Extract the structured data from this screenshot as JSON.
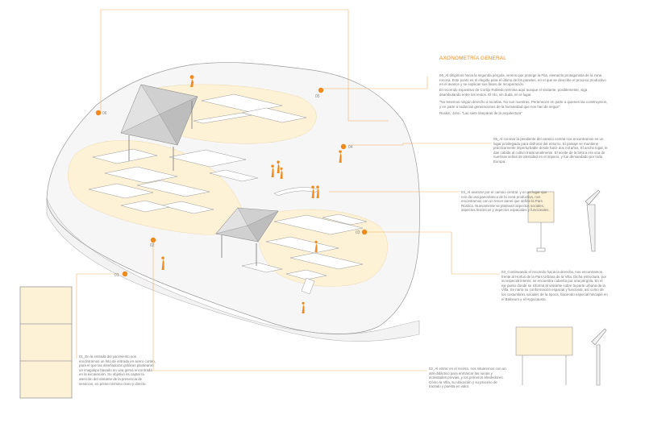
{
  "title": "AXONOMETRÍA GENERAL",
  "colors": {
    "accent": "#f08a1c",
    "fill": "#fdf1d6",
    "line": "#9a9a9a",
    "text": "#777777"
  },
  "markers": [
    {
      "id": "01",
      "label": "01"
    },
    {
      "id": "02",
      "label": "02"
    },
    {
      "id": "03",
      "label": "03"
    },
    {
      "id": "04",
      "label": "04"
    },
    {
      "id": "05",
      "label": "05"
    },
    {
      "id": "06",
      "label": "06"
    }
  ],
  "texts": {
    "t06_p1": "06_Al dirigirnos hacia la segunda pérgola, vemos que protege la Pila, elemento protagonista de la zona rocosa. Este punto es el elegido para el último de los paneles, en el que se describe el proceso productivo en el avance y se explican sus fases de recuperación.",
    "t06_p2": "El recorrido expositivo de Cortijo Robledo termina aquí aunque el visitante, posiblemente, siga deambulando entre los restos. El rito, sin duda, en el lugar.",
    "t06_p3": "\"No tenemos ningún derecho a tocarlas. No son nuestras. Pertenecen en parte a quienes las construyeron, y en parte a todas las generaciones de la humanidad que nos han de seguir\"",
    "t06_p4": "Ruskin, John. \"Las siete lámparas de la arquitectura\"",
    "t05": "05_Al coronar la pendiente del camino central nos encontramos en un lugar privilegiado para disfrutar del entorno. El paisaje se mantiene prácticamente imperturbable desde hace dos mil años. El ancho lugar, le dan cabida al cultivo tradicionalmente. El aceite de la bética era una de nuestras señas de identidad en el imperio, y fue demandado por toda Europa.",
    "t04": "04_Al avanzar por el camino central, y en un lugar que nos da una panorámica de la zona productiva, nos encontramos con un tercer panel que define la Pars Rústica. Nuevamente se plantean aspectos sociales, aspectos históricos y aspectos espaciales y funcionales.",
    "t03": "03_Continuando el recorrido hacia la derecha, nos encontramos frente al Hortus de la Pars Urbana de la Villa. Dicha estructura, por su especial interés, se encuentra cubierta por una pérgola. En el eje punto donde se informa al visitante sobre la parte urbana de la Villa. Se narra su conformación espacial y funcional, así como de los costumbres sociales de la época, haciendo especial hincapié en el Balneum y el Hypocausto.",
    "t01": "01_En la entrada del yacimiento nos encontramos un hito de entrada en acero cortén, para el que las diseñadoras gráficas plantearon un imagotipo basado en una gema encontrada en la excavación. Su objetivo es captar la atención del visitante de la presencia de servicios, en primer término claro y directo.",
    "t02": "02_Al entrar en el recinto, nos situaremos con un atril didáctico para enmarcar las ruinas y actividades previas, y los primeros alrededores. Cómo la Villa, su ubicación y su proceso de trazado y puesta en valor."
  }
}
